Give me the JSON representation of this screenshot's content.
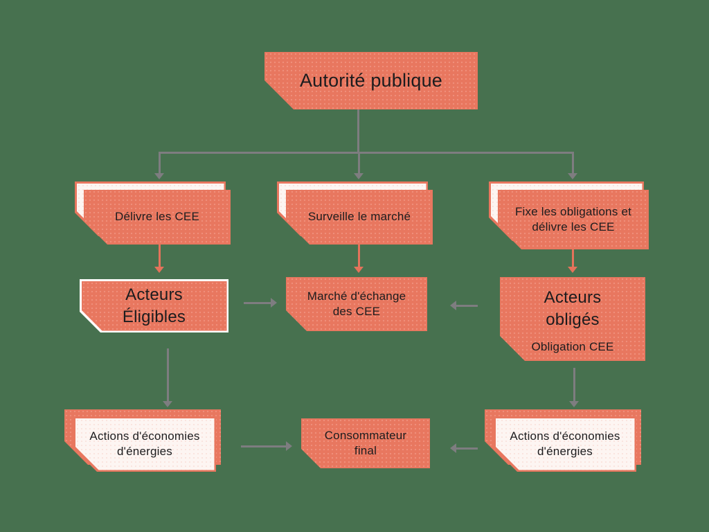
{
  "colors": {
    "background": "#47714F",
    "coral": "#E8775F",
    "coral_dot": "#F0907C",
    "off_white": "#FDF5F2",
    "white": "#FFFFFF",
    "text": "#1C1C1E",
    "arrow_gray": "#7E7D80",
    "arrow_coral": "#E4735B"
  },
  "nodes": {
    "autorite": {
      "label": "Autorité publique"
    },
    "delivre": {
      "label": "Délivre les CEE"
    },
    "surveille": {
      "label": "Surveille le marché"
    },
    "fixe": {
      "label": "Fixe les obligations et\ndélivre les CEE"
    },
    "eligibles": {
      "label": "Acteurs\nÉligibles"
    },
    "marche": {
      "label": "Marché d'échange\ndes CEE"
    },
    "obliges": {
      "label": "Acteurs\nobligés",
      "sublabel": "Obligation CEE"
    },
    "actions_left": {
      "label": "Actions d'économies\nd'énergies"
    },
    "consommateur": {
      "label": "Consommateur\nfinal"
    },
    "actions_right": {
      "label": "Actions d'économies\nd'énergies"
    }
  }
}
